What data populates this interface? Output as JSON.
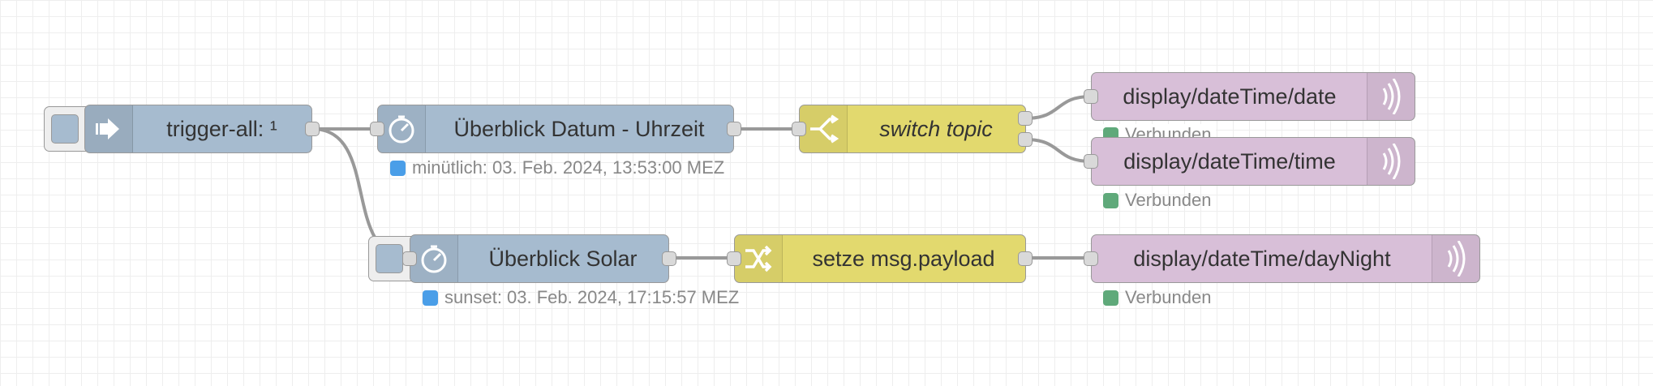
{
  "colors": {
    "inject_node": "#a6bbcf",
    "function_node": "#e2d96e",
    "mqtt_node": "#d8bfd8",
    "status_blue": "#4a9ee8",
    "status_green": "#5fa97a",
    "wire": "#999999"
  },
  "nodes": {
    "trigger": {
      "label": "trigger-all: ¹",
      "icon": "arrow-right-icon"
    },
    "uberblick_datum": {
      "label": "Überblick Datum - Uhrzeit",
      "icon": "timer-icon",
      "status": "minütlich: 03. Feb. 2024, 13:53:00 MEZ"
    },
    "switch_topic": {
      "label": "switch topic",
      "icon": "switch-icon"
    },
    "mqtt_date": {
      "label": "display/dateTime/date",
      "icon": "broadcast-icon",
      "status": "Verbunden"
    },
    "mqtt_time": {
      "label": "display/dateTime/time",
      "icon": "broadcast-icon",
      "status": "Verbunden"
    },
    "uberblick_solar": {
      "label": "Überblick Solar",
      "icon": "timer-icon",
      "status": "sunset: 03. Feb. 2024, 17:15:57 MEZ"
    },
    "setze_payload": {
      "label": "setze msg.payload",
      "icon": "shuffle-icon"
    },
    "mqtt_daynight": {
      "label": "display/dateTime/dayNight",
      "icon": "broadcast-icon",
      "status": "Verbunden"
    }
  }
}
